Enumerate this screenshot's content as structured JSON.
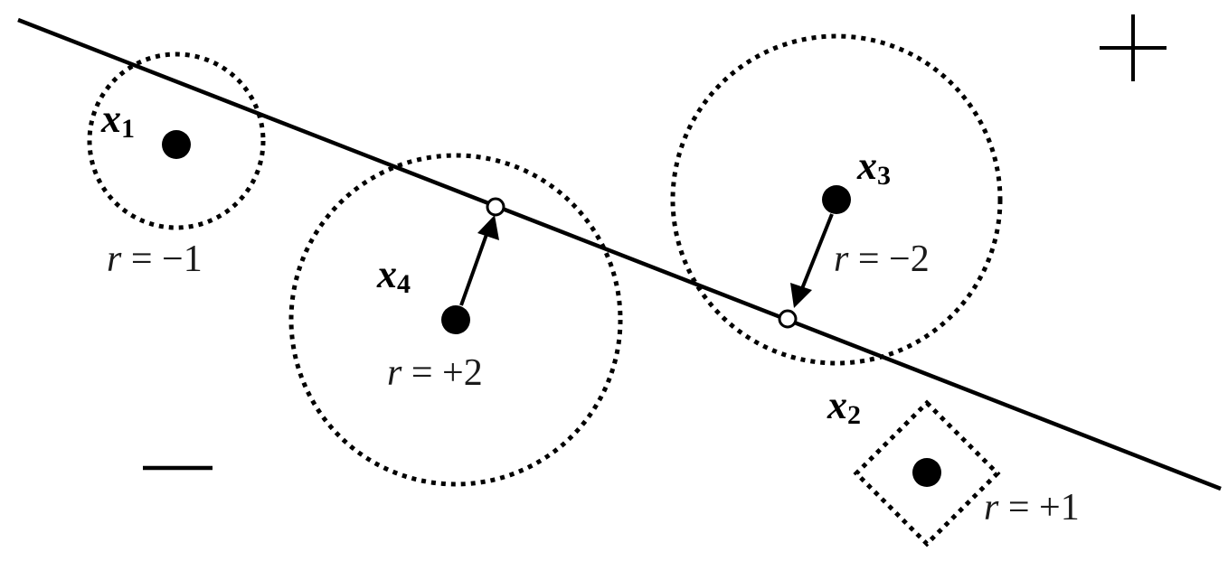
{
  "diagram": {
    "colors": {
      "ink": "#000000",
      "label": "#1a1a1a",
      "background": "#ffffff"
    },
    "class_labels": {
      "positive": "+",
      "negative": "−"
    },
    "points": [
      {
        "name": "x",
        "sub": "1",
        "r_var": "r",
        "r_rest": " = −1",
        "shape": "circle"
      },
      {
        "name": "x",
        "sub": "2",
        "r_var": "r",
        "r_rest": " = +1",
        "shape": "diamond"
      },
      {
        "name": "x",
        "sub": "3",
        "r_var": "r",
        "r_rest": " = −2",
        "shape": "circle"
      },
      {
        "name": "x",
        "sub": "4",
        "r_var": "r",
        "r_rest": " = +2",
        "shape": "circle"
      }
    ]
  }
}
